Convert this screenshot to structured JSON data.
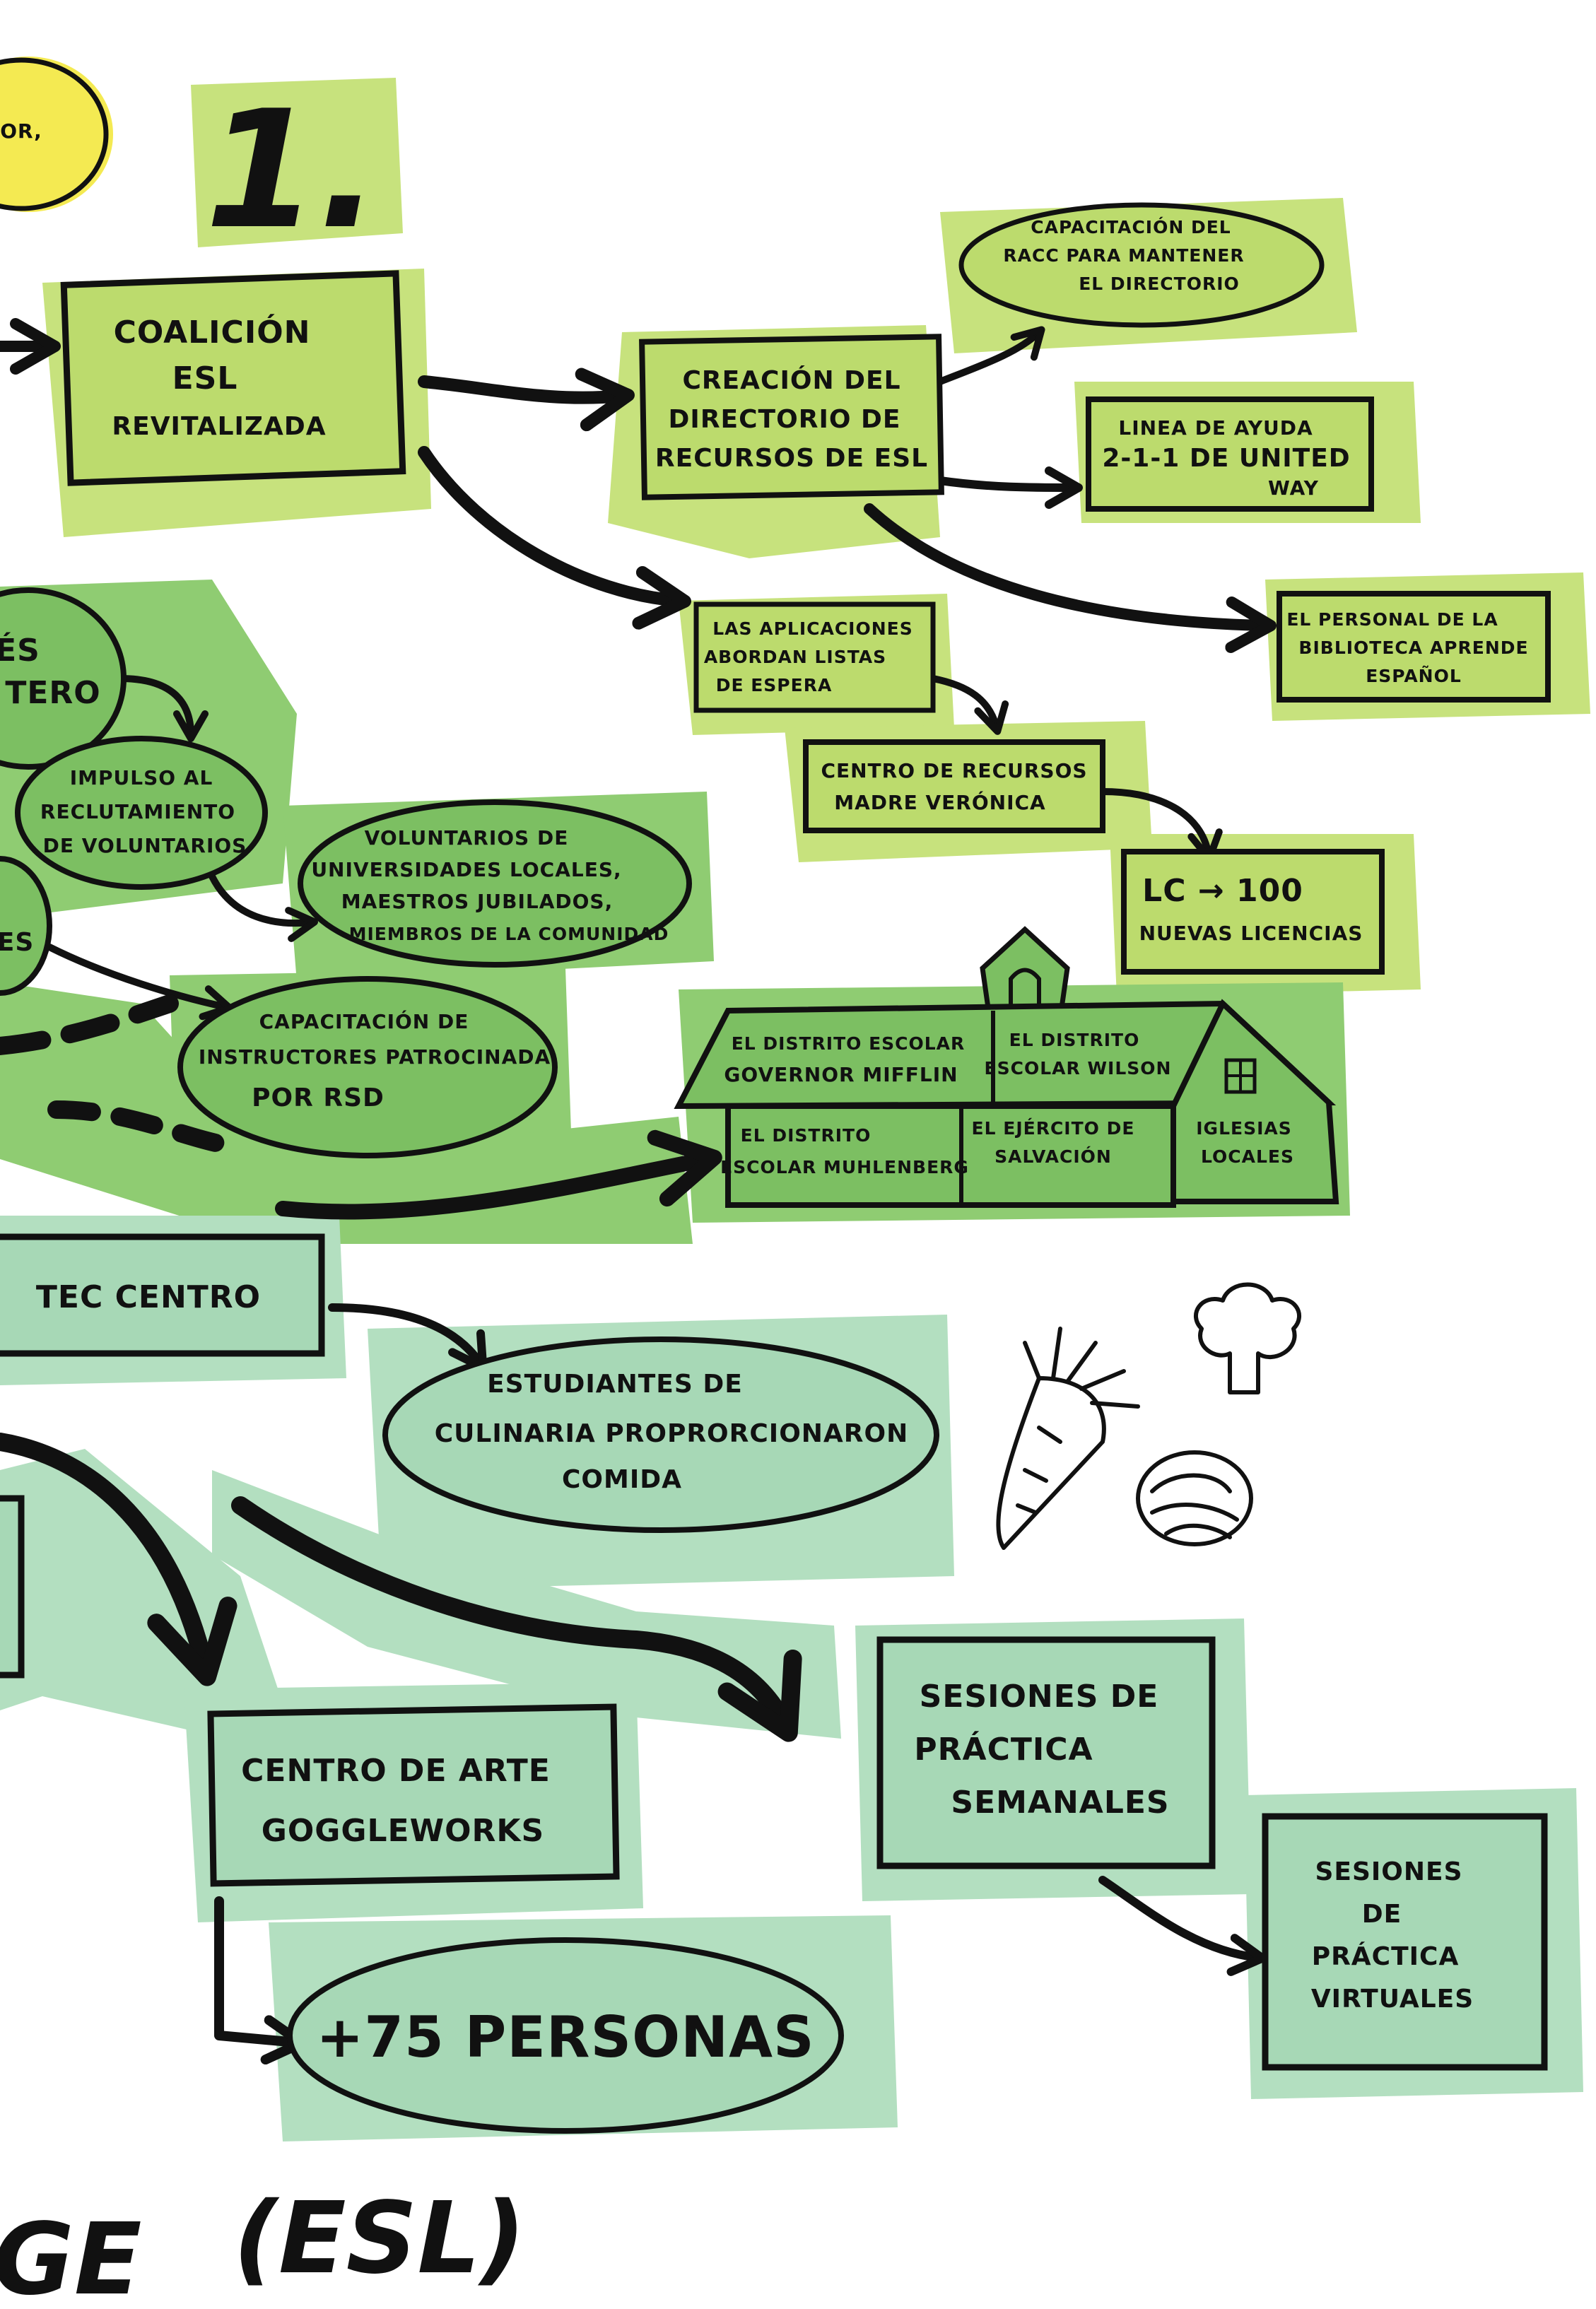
{
  "colors": {
    "light_green": "#c7e27d",
    "light_green_fill": "#bcdb6d",
    "mid_green": "#8fcc72",
    "mid_green_fill": "#7cbf62",
    "mint": "#b3dfc0",
    "mint_fill": "#a7d8b6",
    "yellow": "#f4ea52",
    "ink": "#111111"
  },
  "top_left_fragment": "OR,",
  "step_number": "1.",
  "bottom_title": {
    "left": "GE",
    "right": "(ESL)"
  },
  "nodes": {
    "coalicion": [
      "COALICIÓN",
      "ESL",
      "REVITALIZADA"
    ],
    "directorio": [
      "CREACIÓN DEL",
      "DIRECTORIO DE",
      "RECURSOS DE ESL"
    ],
    "racc": [
      "CAPACITACIÓN DEL",
      "RACC PARA MANTENER",
      "EL DIRECTORIO"
    ],
    "linea": [
      "LINEA DE AYUDA",
      "2-1-1 DE UNITED",
      "WAY"
    ],
    "biblioteca": [
      "EL PERSONAL DE LA",
      "BIBLIOTECA APRENDE",
      "ESPAÑOL"
    ],
    "aplicaciones": [
      "LAS APLICACIONES",
      "ABORDAN LISTAS",
      "DE ESPERA"
    ],
    "veronica": [
      "CENTRO DE RECURSOS",
      "MADRE VERÓNICA"
    ],
    "licencias": [
      "LC → 100",
      "NUEVAS LICENCIAS"
    ],
    "left_oval_1": [
      "ÉS",
      "TERO"
    ],
    "impulso": [
      "IMPULSO AL",
      "RECLUTAMIENTO",
      "DE VOLUNTARIOS"
    ],
    "left_oval_2": [
      "ES"
    ],
    "voluntarios": [
      "VOLUNTARIOS DE",
      "UNIVERSIDADES LOCALES,",
      "MAESTROS JUBILADOS,",
      "MIEMBROS DE LA COMUNIDAD"
    ],
    "capacitacion_rsd": [
      "CAPACITACIÓN DE",
      "INSTRUCTORES PATROCINADA",
      "POR RSD"
    ],
    "school": {
      "gov_mifflin": [
        "EL DISTRITO ESCOLAR",
        "GOVERNOR MIFFLIN"
      ],
      "wilson": [
        "EL DISTRITO",
        "ESCOLAR WILSON"
      ],
      "muhlenberg": [
        "EL DISTRITO",
        "ESCOLAR MUHLENBERG"
      ],
      "ejercito": [
        "EL EJÉRCITO DE",
        "SALVACIÓN"
      ],
      "iglesias": [
        "IGLESIAS",
        "LOCALES"
      ]
    },
    "tec_centro": [
      "TEC CENTRO"
    ],
    "culinaria": [
      "ESTUDIANTES DE",
      "CULINARIA PROPRORCIONARON",
      "COMIDA"
    ],
    "goggleworks": [
      "CENTRO DE ARTE",
      "GOGGLEWORKS"
    ],
    "personas": [
      "+75 PERSONAS"
    ],
    "sesiones_semanales": [
      "SESIONES DE",
      "PRÁCTICA",
      "SEMANALES"
    ],
    "sesiones_virtuales": [
      "SESIONES",
      "DE",
      "PRÁCTICA",
      "VIRTUALES"
    ]
  }
}
